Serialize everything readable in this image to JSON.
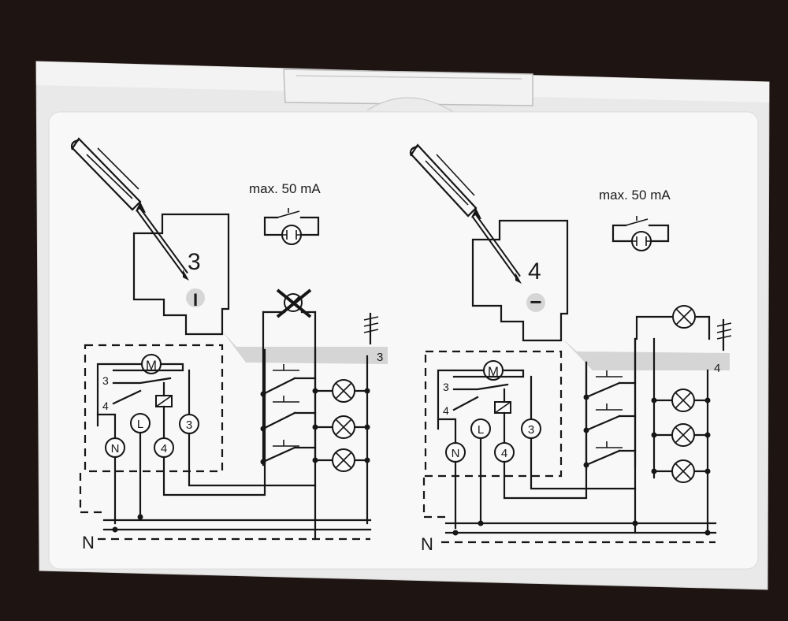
{
  "panels": [
    {
      "current_label": "max. 50 mA",
      "setting_number": "3",
      "knob_symbol": "I",
      "timer_motor": "M",
      "contacts": [
        "3",
        "4"
      ],
      "terminals": [
        "N",
        "L",
        "4",
        "3"
      ],
      "bundle_count": "3",
      "neutral": "N"
    },
    {
      "current_label": "max. 50 mA",
      "setting_number": "4",
      "knob_symbol": "−",
      "timer_motor": "M",
      "contacts": [
        "3",
        "4"
      ],
      "terminals": [
        "N",
        "L",
        "4",
        "3"
      ],
      "bundle_count": "4",
      "neutral": "N"
    }
  ],
  "colors": {
    "background": "#1e1512",
    "card": "#efefef",
    "label_face": "#f8f8f8",
    "ink": "#161616",
    "gray_band": "#cfcfcf"
  },
  "icons": [
    "screwdriver-icon",
    "lamp-icon",
    "pushbutton-icon",
    "crossed-lamp-icon"
  ]
}
